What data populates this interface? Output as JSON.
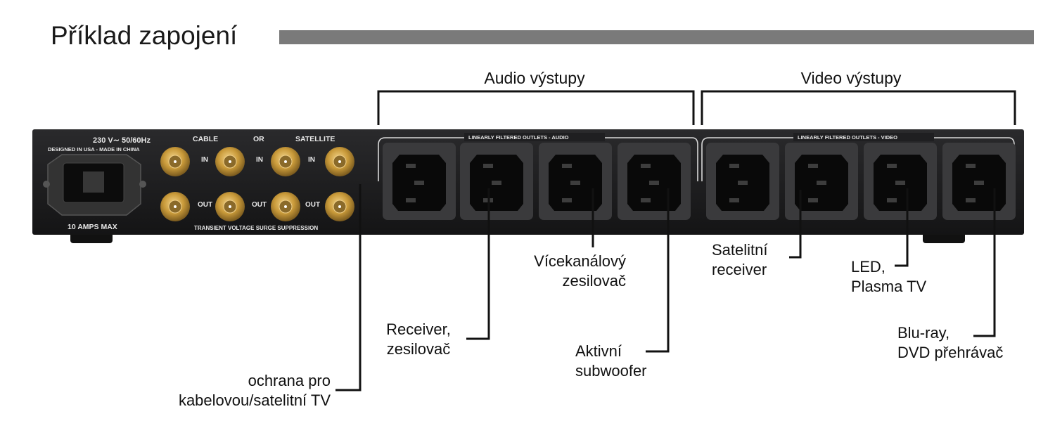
{
  "title": "Příklad zapojení",
  "groups": {
    "audio": "Audio výstupy",
    "video": "Video výstupy"
  },
  "panel": {
    "power_rating": "230 V∼ 50/60Hz",
    "origin": "DESIGNED IN USA - MADE IN CHINA",
    "amps": "10 AMPS MAX",
    "coax_cable": "CABLE",
    "coax_or": "OR",
    "coax_satellite": "SATELLITE",
    "coax_in": "IN",
    "coax_out": "OUT",
    "surge_label": "TRANSIENT VOLTAGE SURGE SUPPRESSION",
    "audio_outlets_label": "LINEARLY FILTERED OUTLETS - AUDIO",
    "video_outlets_label": "LINEARLY FILTERED OUTLETS - VIDEO"
  },
  "callouts": {
    "coax": [
      "ochrana pro",
      "kabelovou/satelitní TV"
    ],
    "receiver": [
      "Receiver,",
      "zesilovač"
    ],
    "multichannel": [
      "Vícekanálový",
      "zesilovač"
    ],
    "subwoofer": [
      "Aktivní",
      "subwoofer"
    ],
    "satellite": [
      "Satelitní",
      "receiver"
    ],
    "led": [
      "LED,",
      "Plasma TV"
    ],
    "bluray": [
      "Blu-ray,",
      "DVD přehrávač"
    ]
  },
  "colors": {
    "chassis": "#1c1c1e",
    "gold": "#c99a3a",
    "title_bar": "#7a7a7a"
  }
}
